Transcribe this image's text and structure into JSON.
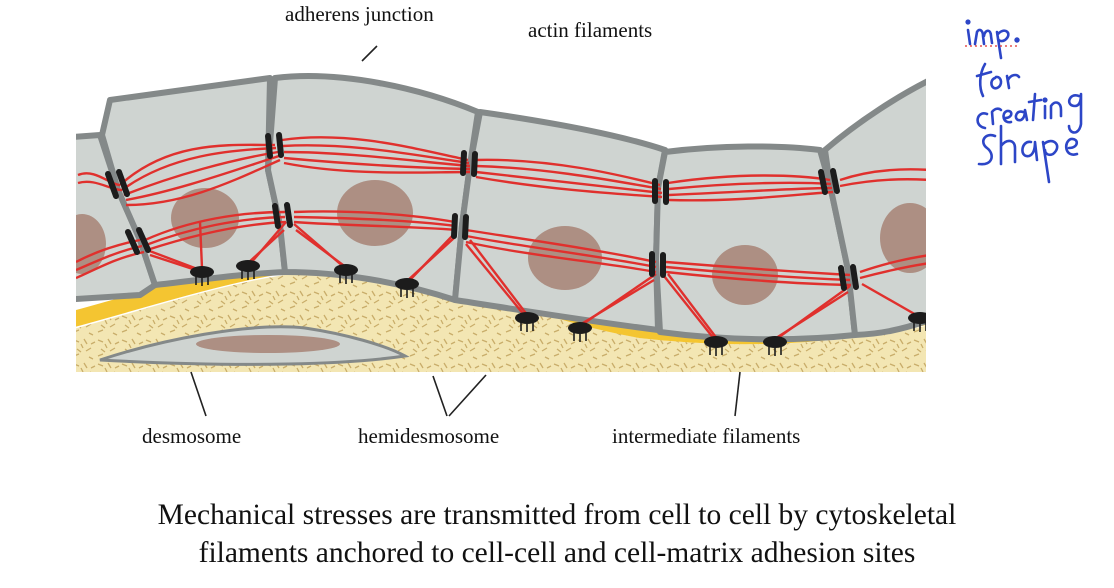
{
  "labels": {
    "adherens_junction": "adherens junction",
    "actin_filaments": "actin filaments",
    "desmosome": "desmosome",
    "hemidesmosome": "hemidesmosome",
    "intermediate_filaments": "intermediate filaments"
  },
  "caption": {
    "line1": "Mechanical stresses are transmitted from cell to cell by cytoskeletal",
    "line2": "filaments anchored to cell-cell and cell-matrix adhesion sites"
  },
  "handwritten_note": "imp. for creating shape",
  "colors": {
    "cell_fill": "#cfd4d1",
    "cell_border": "#848989",
    "nucleus": "#ad8f83",
    "filament": "#e0302d",
    "junction": "#1c1c1c",
    "basal_lamina": "#f4c531",
    "matrix": "#f3e6b3",
    "ink": "#2d46c7"
  }
}
